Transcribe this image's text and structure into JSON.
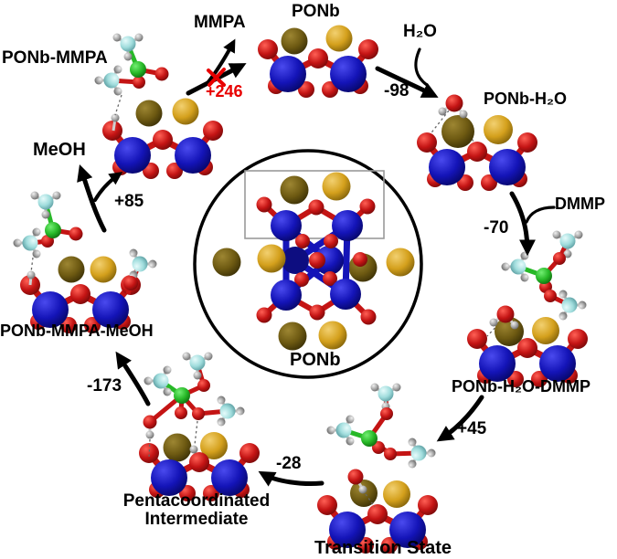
{
  "figure": {
    "type": "reaction-cycle-diagram",
    "center": {
      "cluster_label": "PONb"
    },
    "species": {
      "ponb": {
        "label": "PONb"
      },
      "ponb_h2o": {
        "label": "PONb-H₂O"
      },
      "ponb_h2o_dmmp": {
        "label": "PONb-H₂O-DMMP"
      },
      "transition_state": {
        "label": "Transition State"
      },
      "pentacoordinated": {
        "line1": "Pentacoordinated",
        "line2": "Intermediate"
      },
      "ponb_mmpa_meoh": {
        "label": "PONb-MMPA-MeOH"
      },
      "ponb_mmpa": {
        "label": "PONb-MMPA"
      }
    },
    "reagents": {
      "h2o": {
        "label": "H₂O"
      },
      "dmmp": {
        "label": "DMMP"
      },
      "meoh": {
        "label": "MeOH"
      },
      "mmpa": {
        "label": "MMPA"
      }
    },
    "energies": {
      "h2o_adsorption": "-98",
      "dmmp_adsorption": "-70",
      "activation_barrier": "+45",
      "ts_to_intermediate": "-28",
      "intermediate_to_product": "-173",
      "meoh_desorption": "+85",
      "mmpa_desorption": "+246"
    },
    "colors": {
      "arrow": "#000000",
      "blocked_red": "#e80000",
      "niobium_blue": "#1414b8",
      "oxygen_red": "#c41414",
      "phosphorus_green": "#27b827",
      "carbon_cyan": "#9fdcdc",
      "hydrogen_gray": "#a6a6a6",
      "potassium_dark": "#6e5a12",
      "potassium_gold": "#d4a01c"
    }
  }
}
